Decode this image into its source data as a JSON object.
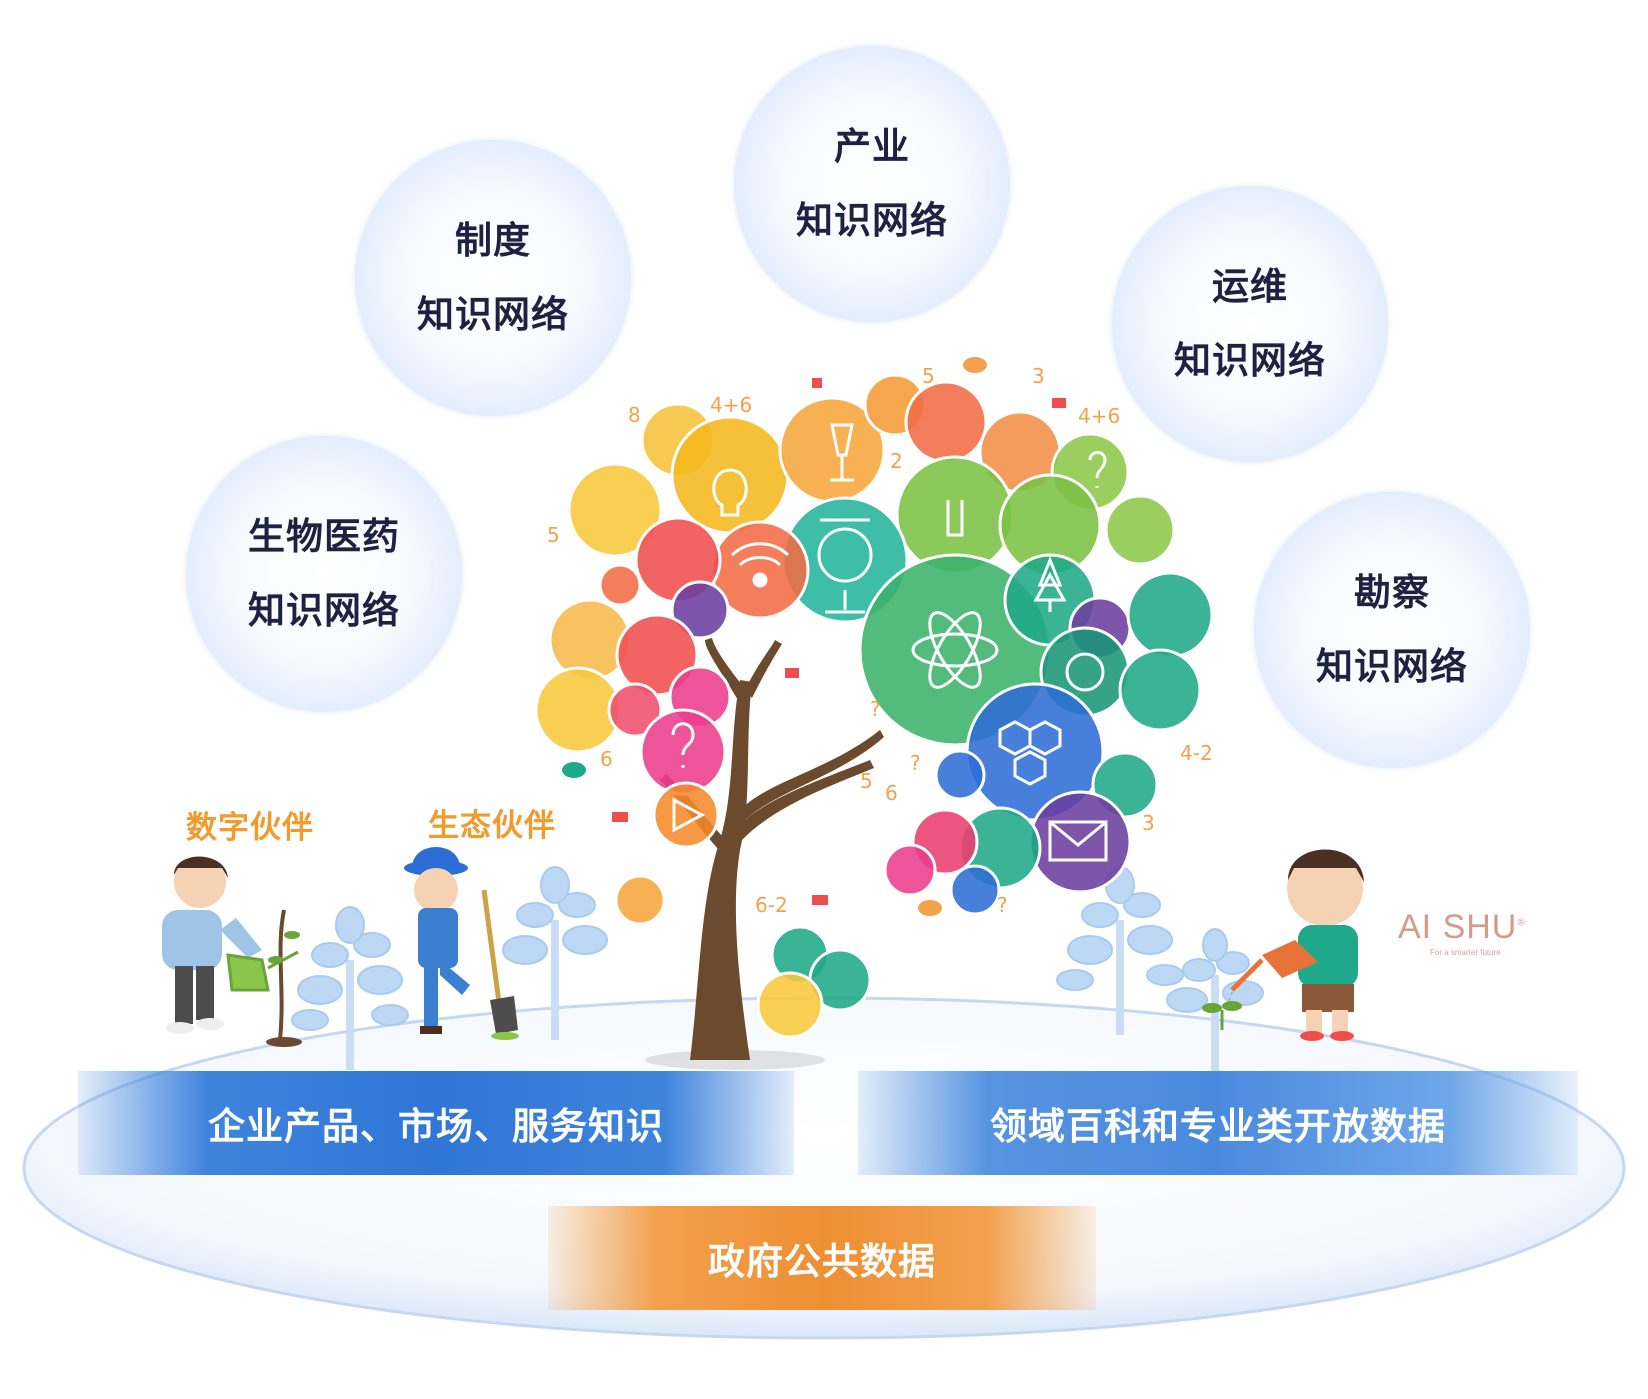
{
  "knowledge_networks": [
    {
      "line1": "生物医药",
      "line2": "知识网络"
    },
    {
      "line1": "制度",
      "line2": "知识网络"
    },
    {
      "line1": "产业",
      "line2": "知识网络"
    },
    {
      "line1": "运维",
      "line2": "知识网络"
    },
    {
      "line1": "勘察",
      "line2": "知识网络"
    }
  ],
  "partners": {
    "digital": "数字伙伴",
    "ecological": "生态伙伴"
  },
  "data_sources": {
    "enterprise": "企业产品、市场、服务知识",
    "encyclopedia": "领域百科和专业类开放数据",
    "government": "政府公共数据"
  },
  "logo": {
    "text": "AI SHU",
    "tagline": "For a smarter future"
  },
  "colors": {
    "title_text": "#1e2240",
    "partner_text": "#f19a2e",
    "band_blue": "#2f76d6",
    "band_orange": "#ee8f33",
    "tree_trunk": "#6b4a2e"
  }
}
